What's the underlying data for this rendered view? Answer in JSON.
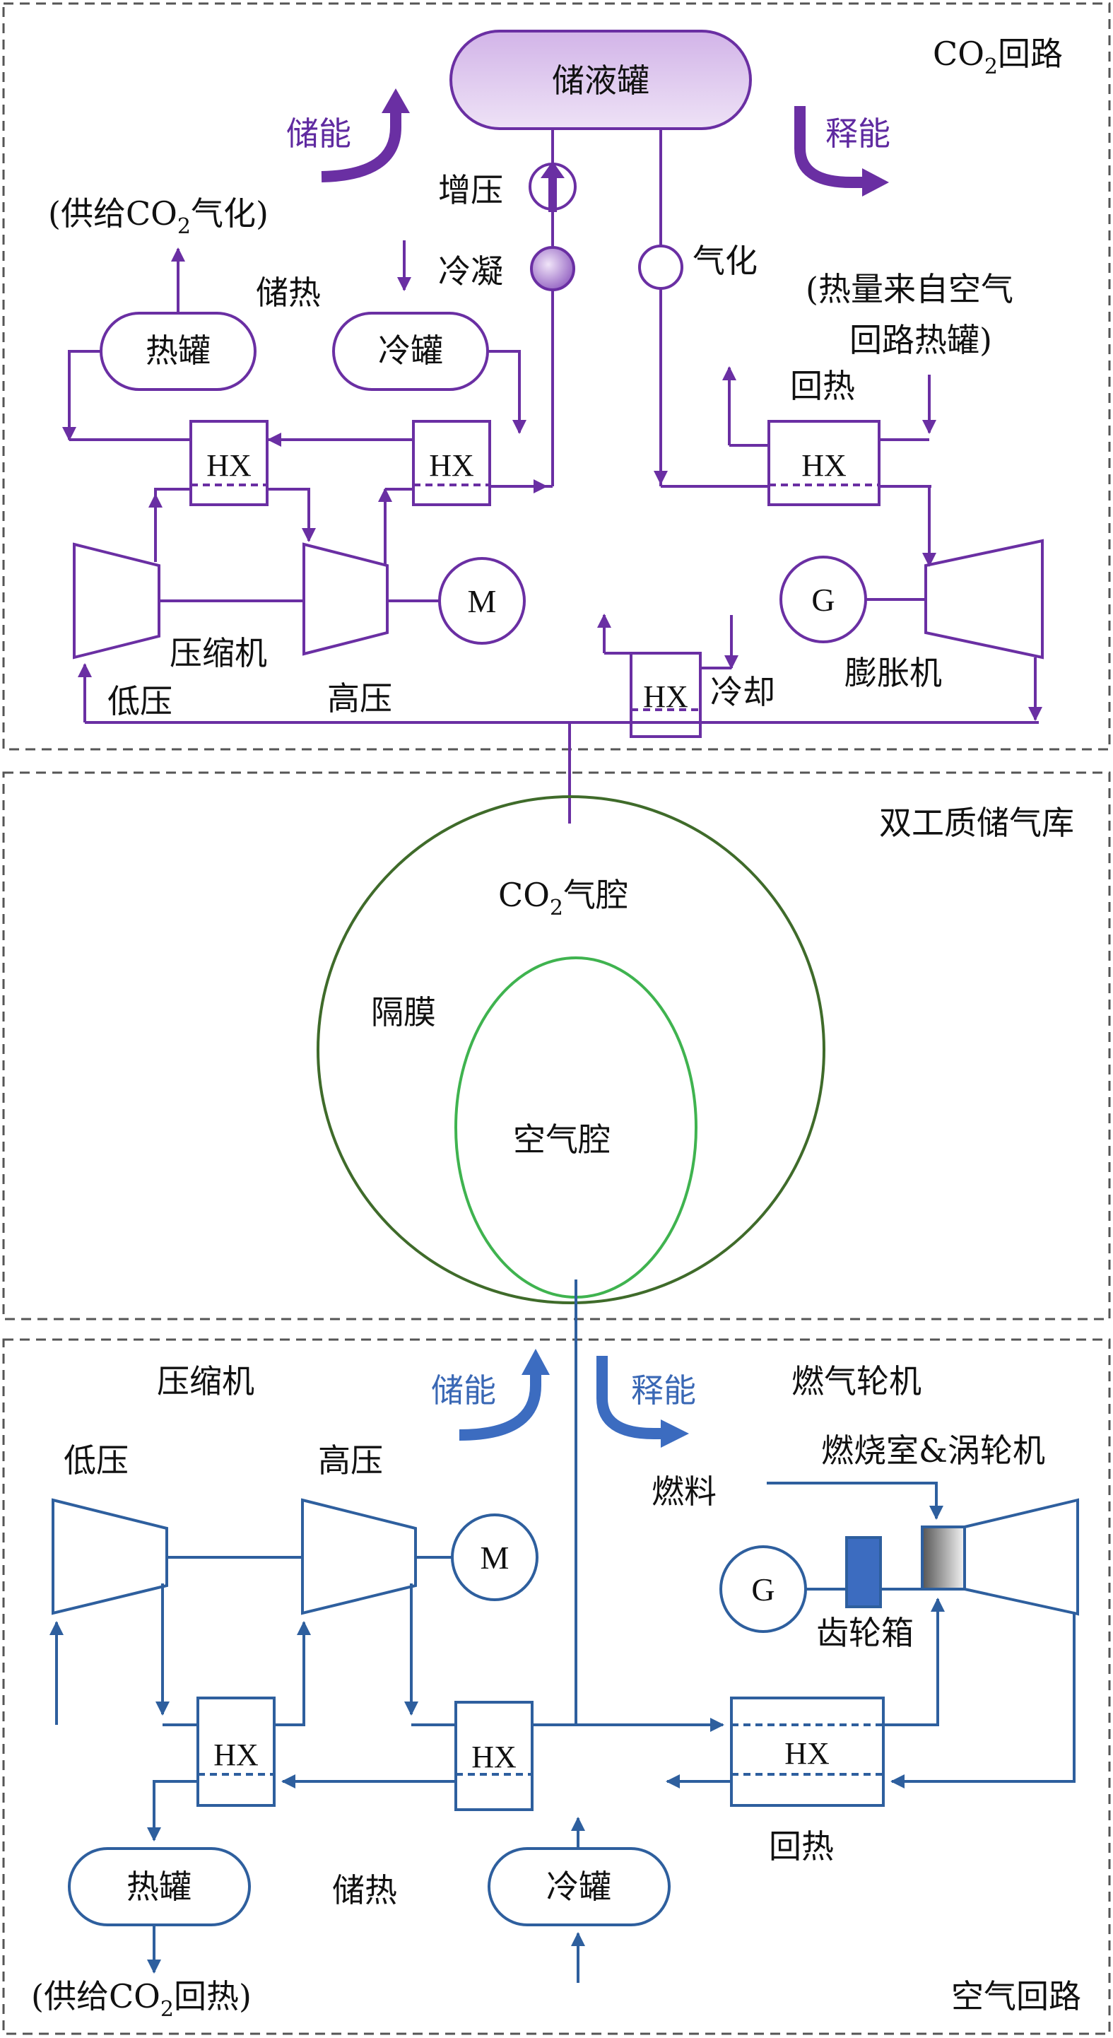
{
  "colors": {
    "co2": "#6a2fa3",
    "air": "#2e5f9e",
    "tank_fill": "#e0cbee",
    "outer_cavity": "#3f6b2a",
    "inner_cavity": "#3fb34f",
    "gearbox": "#3c6cc0",
    "frame": "#555555"
  },
  "co2_loop": {
    "title_main": "CO",
    "title_sub": "2",
    "title_rest": "回路",
    "storage_tank": "储液罐",
    "charge": "储能",
    "discharge": "释能",
    "pump": "增压",
    "condense": "冷凝",
    "vaporize": "气化",
    "supply_note_a": "(供给CO",
    "supply_note_sub": "2",
    "supply_note_b": "气化)",
    "heat_storage": "储热",
    "hot_tank": "热罐",
    "cold_tank": "冷罐",
    "heat_source_note_1": "(热量来自空气",
    "heat_source_note_2": "回路热罐)",
    "regen": "回热",
    "hx": "HX",
    "motor": "M",
    "generator": "G",
    "compressor": "压缩机",
    "expander": "膨胀机",
    "low_pressure": "低压",
    "high_pressure": "高压",
    "cooling": "冷却"
  },
  "storage": {
    "title": "双工质储气库",
    "co2_cavity_main": "CO",
    "co2_cavity_sub": "2",
    "co2_cavity_rest": "气腔",
    "membrane": "隔膜",
    "air_cavity": "空气腔"
  },
  "air_loop": {
    "title": "空气回路",
    "compressor": "压缩机",
    "low_pressure": "低压",
    "high_pressure": "高压",
    "charge": "储能",
    "discharge": "释能",
    "gas_turbine": "燃气轮机",
    "combustor_turbine": "燃烧室&涡轮机",
    "fuel": "燃料",
    "gearbox": "齿轮箱",
    "motor": "M",
    "generator": "G",
    "hx": "HX",
    "regen": "回热",
    "hot_tank": "热罐",
    "cold_tank": "冷罐",
    "heat_storage": "储热",
    "supply_note_a": "(供给CO",
    "supply_note_sub": "2",
    "supply_note_b": "回热)"
  }
}
